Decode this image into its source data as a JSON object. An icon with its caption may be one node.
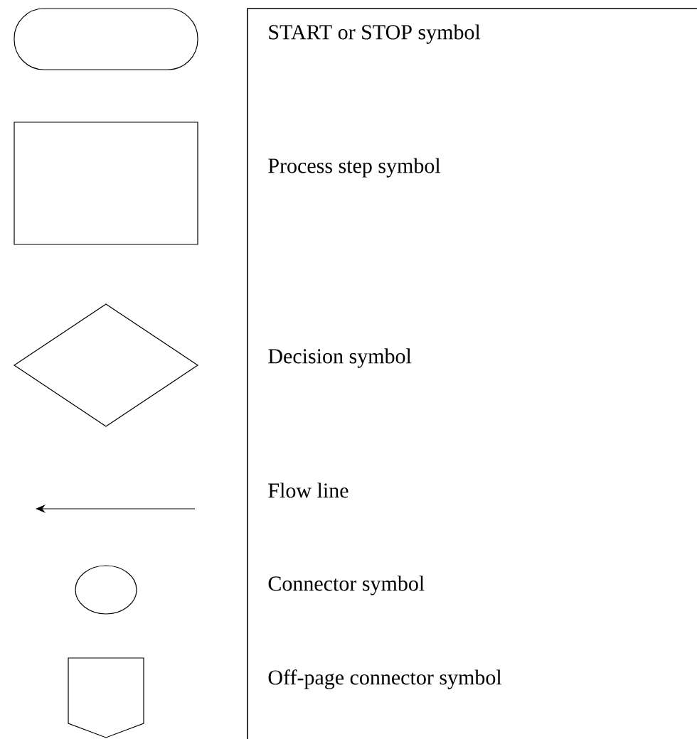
{
  "diagram": {
    "nodes": [
      {
        "text": [],
        "shape": "capsule"
      },
      {
        "text": [],
        "shape": "box"
      },
      {
        "text": [],
        "shape": "diamond"
      },
      {
        "text": [],
        "shape": "circle"
      },
      {
        "text": [],
        "shape": "pentagon"
      }
    ],
    "legend": [
      {
        "text": "START or STOP symbol"
      },
      {
        "text": "Process step symbol"
      },
      {
        "text": "Decision symbol"
      },
      {
        "text": "Flow line"
      },
      {
        "text": "Connector symbol"
      },
      {
        "text": "Off-page connector symbol"
      }
    ]
  }
}
